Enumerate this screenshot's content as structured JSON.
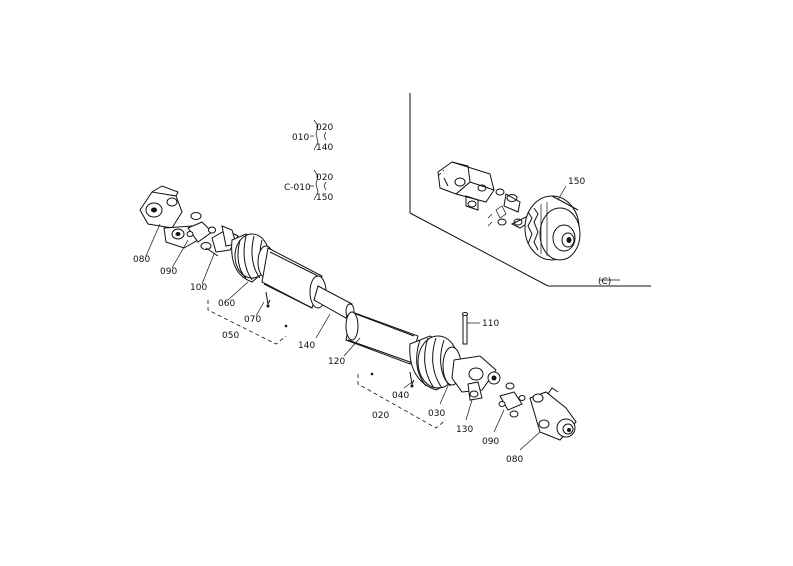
{
  "labels": {
    "p080_left": "080",
    "p090_left": "090",
    "p100": "100",
    "p060": "060",
    "p070": "070",
    "p050": "050",
    "p140": "140",
    "p120": "120",
    "p110": "110",
    "p020": "020",
    "p040": "040",
    "p030": "030",
    "p130": "130",
    "p090_right": "090",
    "p080_right": "080",
    "p150": "150",
    "inset_c": "(C)"
  },
  "legend": {
    "g1_key": "010",
    "g1_top": "020",
    "g1_bottom": "140",
    "g2_key": "C-010",
    "g2_top": "020",
    "g2_bottom": "150"
  }
}
